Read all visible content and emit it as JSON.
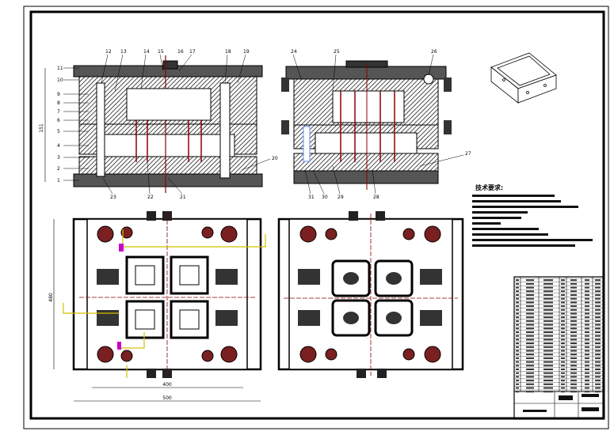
{
  "drawing": {
    "side_view_left_labels": [
      "11",
      "10",
      "9",
      "8",
      "7",
      "6",
      "5",
      "4",
      "3",
      "2",
      "1"
    ],
    "side_view_top_labels": [
      "12",
      "13",
      "14",
      "15",
      "16",
      "17",
      "18",
      "19"
    ],
    "side_view_bottom_labels": [
      "23",
      "22",
      "21"
    ],
    "side_view_right_label": "20",
    "side_view_height_dim": "151",
    "section_top_labels": [
      "24",
      "25",
      "26"
    ],
    "section_right_label": "27",
    "section_bottom_labels": [
      "31",
      "30",
      "29",
      "28"
    ],
    "plan_height_dim": "480",
    "plan_inner_width_dim": "400",
    "plan_outer_width_dim": "500",
    "tech_requirements_title": "技术要求:"
  },
  "colors": {
    "line": "#000000",
    "section_fill": "#404040",
    "pin": "#8b0000",
    "annotation": "#d4c000",
    "highlight": "#cc00cc"
  }
}
